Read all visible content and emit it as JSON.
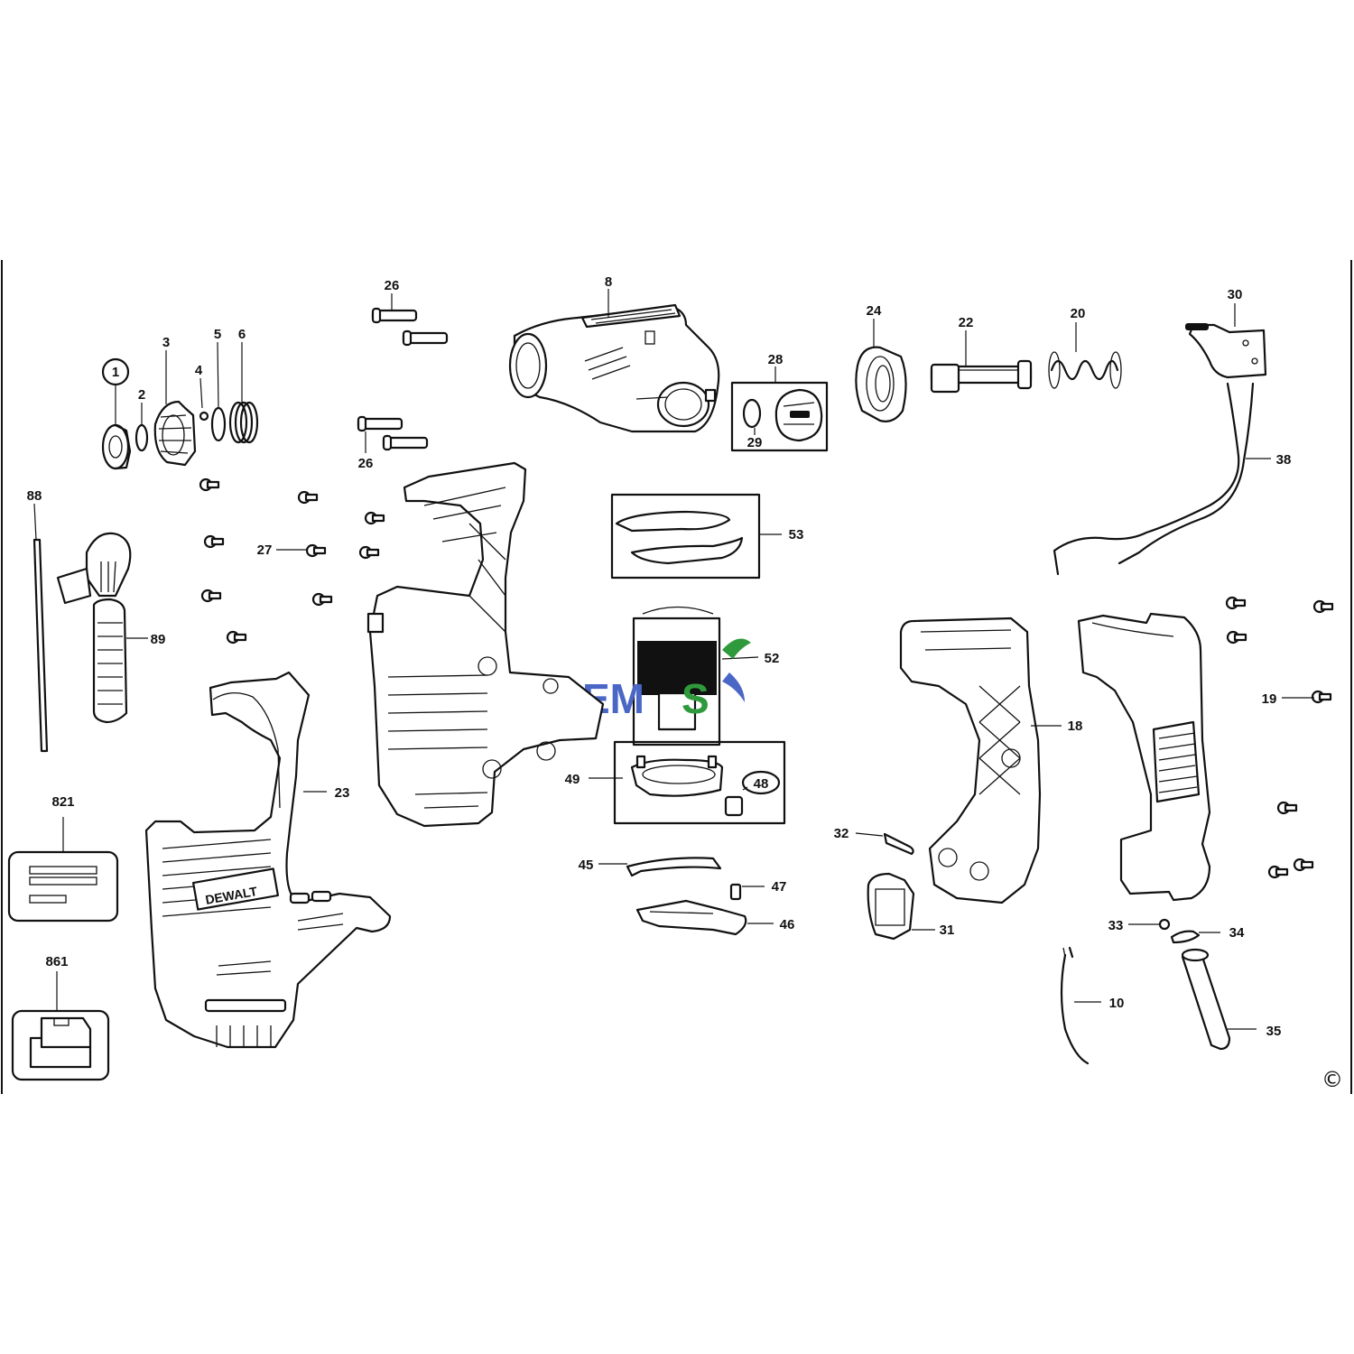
{
  "labels": {
    "p1": "1",
    "p2": "2",
    "p3": "3",
    "p4": "4",
    "p5": "5",
    "p6": "6",
    "p8": "8",
    "p10": "10",
    "p18": "18",
    "p19": "19",
    "p20": "20",
    "p22": "22",
    "p23": "23",
    "p24": "24",
    "p26a": "26",
    "p26b": "26",
    "p27": "27",
    "p28": "28",
    "p29": "29",
    "p30": "30",
    "p31": "31",
    "p32": "32",
    "p33": "33",
    "p34": "34",
    "p35": "35",
    "p38": "38",
    "p45": "45",
    "p46": "46",
    "p47": "47",
    "p48": "48",
    "p49": "49",
    "p52": "52",
    "p53": "53",
    "p88": "88",
    "p89": "89",
    "p821": "821",
    "p861": "861"
  },
  "brand_text": "DEWALT",
  "watermark": {
    "e": "EM",
    "s": "S"
  },
  "copyright": "©",
  "colors": {
    "watermark_blue": "#4a67c6",
    "watermark_green": "#2f9a3c"
  }
}
